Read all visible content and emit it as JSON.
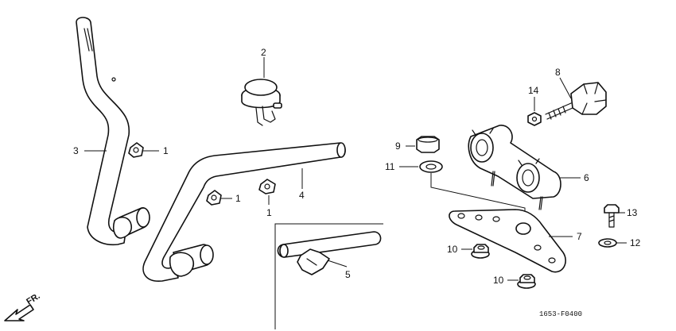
{
  "callouts": {
    "c1a": "1",
    "c1b": "1",
    "c1c": "1",
    "c2": "2",
    "c3": "3",
    "c4": "4",
    "c5": "5",
    "c6": "6",
    "c7": "7",
    "c8": "8",
    "c9": "9",
    "c10a": "10",
    "c10b": "10",
    "c11": "11",
    "c12": "12",
    "c13": "13",
    "c14": "14"
  },
  "direction_label": "FR.",
  "diagram_code": "1653-F0400"
}
